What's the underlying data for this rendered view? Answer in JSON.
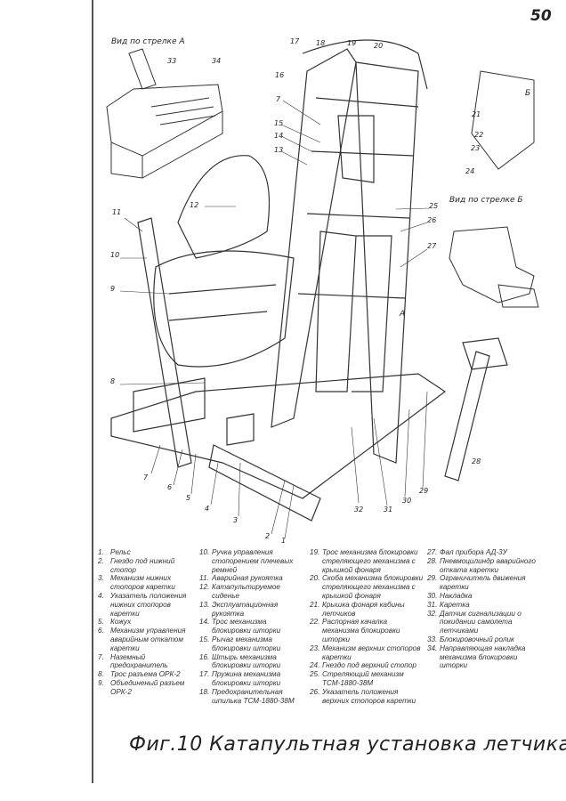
{
  "page_number": "50",
  "view_a_label": "Вид по стрелке А",
  "view_b_label": "Вид по стрелке Б",
  "arrow_a": "А",
  "arrow_b": "Б",
  "callouts": [
    "33",
    "34",
    "17",
    "18",
    "19",
    "20",
    "16",
    "7",
    "15",
    "14",
    "13",
    "12",
    "11",
    "10",
    "9",
    "8",
    "7",
    "6",
    "5",
    "4",
    "3",
    "2",
    "1",
    "32",
    "31",
    "30",
    "29",
    "28",
    "27",
    "26",
    "25",
    "24",
    "23",
    "22",
    "21"
  ],
  "legend": [
    [
      {
        "n": "1.",
        "t": "Рельс"
      },
      {
        "n": "2.",
        "t": "Гнездо под нижний стопор"
      },
      {
        "n": "3.",
        "t": "Механизм нижних стопоров каретки"
      },
      {
        "n": "4.",
        "t": "Указатель положения нижних стопоров каретки"
      },
      {
        "n": "5.",
        "t": "Кожух"
      },
      {
        "n": "6.",
        "t": "Механизм управления аварийным откатом каретки"
      },
      {
        "n": "7.",
        "t": "Наземный предохранитель"
      },
      {
        "n": "8.",
        "t": "Трос разъема ОРК-2"
      },
      {
        "n": "9.",
        "t": "Объединеный разъем ОРК-2"
      }
    ],
    [
      {
        "n": "10.",
        "t": "Ручка управления стопорением плечевых ремней"
      },
      {
        "n": "11.",
        "t": "Аварийная рукоятка"
      },
      {
        "n": "12.",
        "t": "Катапультируемое сиденье"
      },
      {
        "n": "13.",
        "t": "Эксплуатационная рукоятка"
      },
      {
        "n": "14.",
        "t": "Трос механизма блокировки шторки"
      },
      {
        "n": "15.",
        "t": "Рычаг механизма блокировки шторки"
      },
      {
        "n": "16.",
        "t": "Штырь механизма блокировки шторки"
      },
      {
        "n": "17.",
        "t": "Пружина механизма блокировки шторки"
      },
      {
        "n": "18.",
        "t": "Предохранительная шпилька ТСМ-1880-38М"
      }
    ],
    [
      {
        "n": "19.",
        "t": "Трос механизма блокировки стреляющего механизма с крышкой фонаря"
      },
      {
        "n": "20.",
        "t": "Скоба механизма блокировки стреляющего механизма с крышкой фонаря"
      },
      {
        "n": "21.",
        "t": "Крышка фонаря кабины летчиков"
      },
      {
        "n": "22.",
        "t": "Распорная качалка механизма блокировки шторки"
      },
      {
        "n": "23.",
        "t": "Механизм верхних стопоров каретки"
      },
      {
        "n": "24.",
        "t": "Гнездо под верхний стопор"
      },
      {
        "n": "25.",
        "t": "Стреляющий механизм ТСМ-1880-38М"
      },
      {
        "n": "26.",
        "t": "Указатель положения верхних стопоров каретки"
      }
    ],
    [
      {
        "n": "27.",
        "t": "Фал прибора АД-3У"
      },
      {
        "n": "28.",
        "t": "Пневмоцилиндр аварийного отката каретки"
      },
      {
        "n": "29.",
        "t": "Ограничитель движения каретки"
      },
      {
        "n": "30.",
        "t": "Накладка"
      },
      {
        "n": "31.",
        "t": "Каретка"
      },
      {
        "n": "32.",
        "t": "Датчик сигнализации о покидании самолета летчиками"
      },
      {
        "n": "33.",
        "t": "Блокировочный ролик"
      },
      {
        "n": "34.",
        "t": "Направляющая накладка механизма блокировки шторки"
      }
    ]
  ],
  "caption": "Фиг.10 Катапультная установка летчика"
}
